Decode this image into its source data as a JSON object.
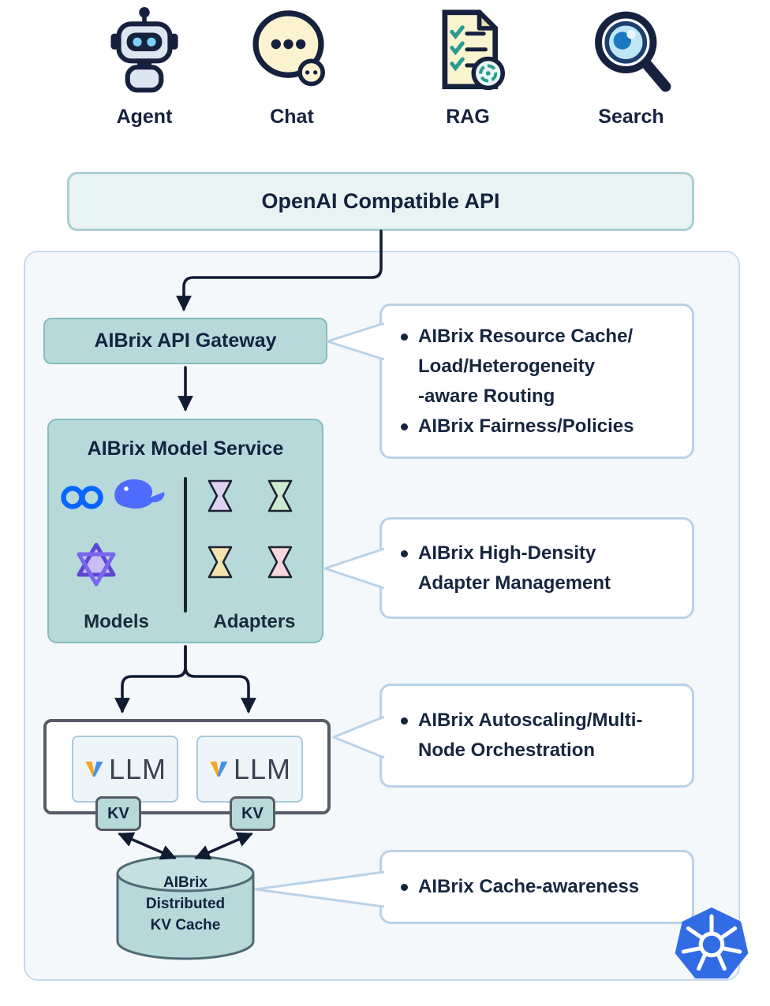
{
  "clients": [
    {
      "label": "Agent",
      "icon": "robot-icon"
    },
    {
      "label": "Chat",
      "icon": "chat-bubble-icon"
    },
    {
      "label": "RAG",
      "icon": "document-checklist-icon"
    },
    {
      "label": "Search",
      "icon": "magnifier-icon"
    }
  ],
  "api_box": {
    "label": "OpenAI Compatible API"
  },
  "gateway": {
    "label": "AIBrix API Gateway"
  },
  "model_service": {
    "title": "AIBrix Model Service",
    "models_label": "Models",
    "adapters_label": "Adapters",
    "model_logos": [
      "meta-infinity-logo",
      "deepseek-whale-logo",
      "qwen-logo"
    ],
    "adapter_colors": [
      "#ddd2f2",
      "#cfe9cf",
      "#f3e2ae",
      "#f9d6dd"
    ]
  },
  "inference": {
    "engine_left": {
      "wordmark": "LLM"
    },
    "engine_right": {
      "wordmark": "LLM"
    },
    "kv_left": "KV",
    "kv_right": "KV"
  },
  "kv_cache": {
    "lines": [
      "AIBrix",
      "Distributed",
      "KV Cache"
    ]
  },
  "callouts": [
    {
      "bullets": [
        {
          "lines": [
            "AIBrix Resource Cache/",
            "Load/Heterogeneity",
            "-aware Routing"
          ]
        },
        {
          "lines": [
            "AIBrix Fairness/Policies"
          ]
        }
      ]
    },
    {
      "bullets": [
        {
          "lines": [
            "AIBrix High-Density",
            "Adapter Management"
          ]
        }
      ]
    },
    {
      "bullets": [
        {
          "lines": [
            "AIBrix Autoscaling/Multi-",
            "Node Orchestration"
          ]
        }
      ]
    },
    {
      "bullets": [
        {
          "lines": [
            "AIBrix Cache-awareness"
          ]
        }
      ]
    }
  ],
  "footer_logo": "kubernetes-logo",
  "colors": {
    "teal_fill": "#b7d9da",
    "teal_border": "#87bcbf",
    "callout_border": "#b9d2e8",
    "container_fill": "#f4f8fb",
    "container_border": "#c8daed",
    "text": "#13233f",
    "arrow": "#111c33",
    "kubernetes_blue": "#326ce5",
    "meta_blue": "#0866ff",
    "deepseek_blue": "#4d6bfe"
  }
}
